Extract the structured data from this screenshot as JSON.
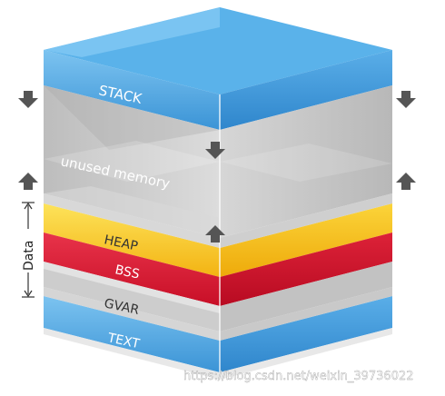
{
  "diagram": {
    "layers": {
      "stack": "STACK",
      "unused": "unused memory",
      "heap": "HEAP",
      "bss": "BSS",
      "gvar": "GVAR",
      "text": "TEXT"
    },
    "side_label": "Data",
    "watermark": "https://blog.csdn.net/weixin_39736022",
    "colors": {
      "stack_blue": "#4ea6e2",
      "heap_yellow": "#f7c21c",
      "bss_red": "#d8142d",
      "gray": "#c9c9c9",
      "arrow": "#555555"
    }
  }
}
